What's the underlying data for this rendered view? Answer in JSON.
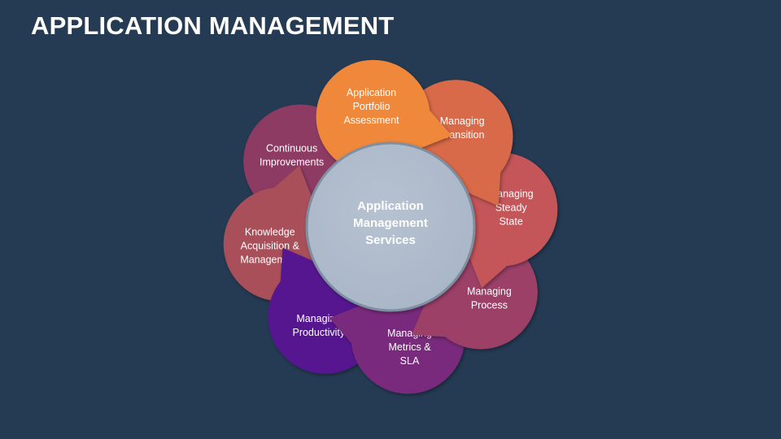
{
  "slide": {
    "title": "APPLICATION MANAGEMENT"
  },
  "colors": {
    "background": "#253a53",
    "center_fill": "#a9b6c7",
    "center_stroke": "#7f8fa2",
    "text": "#ffffff"
  },
  "diagram": {
    "center": {
      "label_lines": [
        "Application",
        "Management",
        "Services"
      ]
    },
    "segments": [
      {
        "id": "application-portfolio-assessment",
        "label_lines": [
          "Application",
          "Portfolio",
          "Assessment"
        ],
        "color": "#f0883a"
      },
      {
        "id": "managing-transition",
        "label_lines": [
          "Managing",
          "Transition"
        ],
        "color": "#d96b48"
      },
      {
        "id": "managing-steady-state",
        "label_lines": [
          "Managing",
          "Steady",
          "State"
        ],
        "color": "#c45558"
      },
      {
        "id": "managing-process",
        "label_lines": [
          "Managing",
          "Process"
        ],
        "color": "#9c4068"
      },
      {
        "id": "managing-metrics-sla",
        "label_lines": [
          "Managing",
          "Metrics &",
          "SLA"
        ],
        "color": "#7a2c7c"
      },
      {
        "id": "managing-productivity",
        "label_lines": [
          "Managing",
          "Productivity"
        ],
        "color": "#551590"
      },
      {
        "id": "knowledge-acquisition-management",
        "label_lines": [
          "Knowledge",
          "Acquisition &",
          "Management"
        ],
        "color": "#a94f5a"
      },
      {
        "id": "continuous-improvements",
        "label_lines": [
          "Continuous",
          "Improvements"
        ],
        "color": "#8e3a63"
      }
    ]
  }
}
